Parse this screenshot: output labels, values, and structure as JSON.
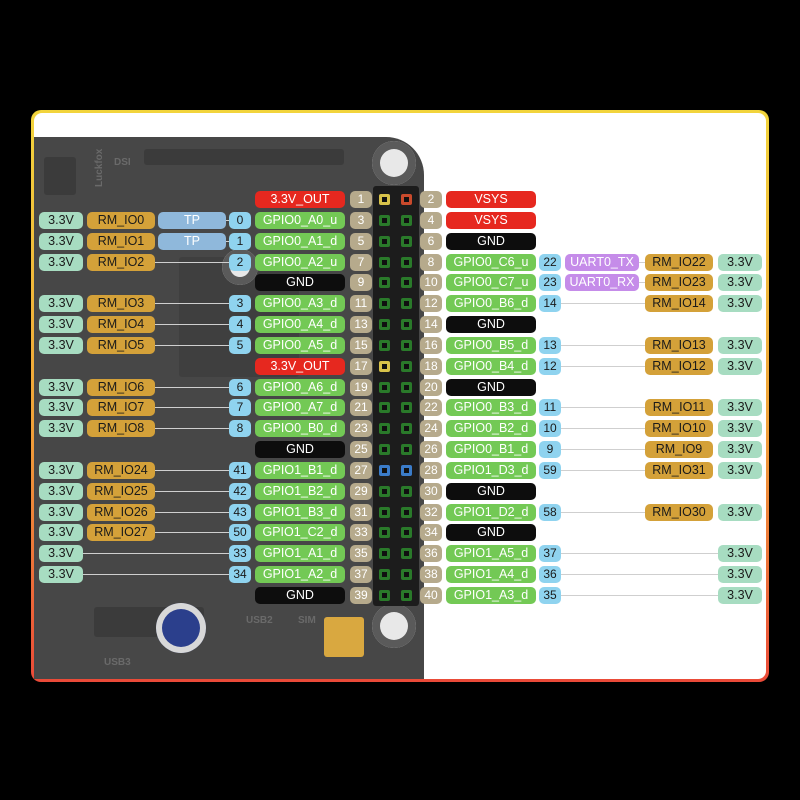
{
  "board": {
    "brand": "Luckfox",
    "silkscreen": [
      "DSI",
      "USB2",
      "SIM",
      "USB3"
    ]
  },
  "colors": {
    "volt": "#a7dcc1",
    "rm": "#d4a139",
    "num": "#8fd3ef",
    "gpio": "#73c955",
    "pin": "#b6aa8c",
    "gnd": "#0d0d0d",
    "power": "#e6281f",
    "uart": "#c58ce9",
    "tp": "#8fb8db"
  },
  "pins": [
    {
      "left": {
        "out": "3.3V_OUT",
        "pin": "1"
      },
      "right": {
        "pin": "2",
        "out": "VSYS"
      }
    },
    {
      "left": {
        "volt": "3.3V",
        "rm": "RM_IO0",
        "tp": "TP",
        "num": "0",
        "gpio": "GPIO0_A0_u",
        "pin": "3"
      },
      "right": {
        "pin": "4",
        "out": "VSYS"
      }
    },
    {
      "left": {
        "volt": "3.3V",
        "rm": "RM_IO1",
        "tp": "TP",
        "num": "1",
        "gpio": "GPIO0_A1_d",
        "pin": "5"
      },
      "right": {
        "pin": "6",
        "gnd": "GND"
      }
    },
    {
      "left": {
        "volt": "3.3V",
        "rm": "RM_IO2",
        "num": "2",
        "gpio": "GPIO0_A2_u",
        "pin": "7"
      },
      "right": {
        "pin": "8",
        "gpio": "GPIO0_C6_u",
        "num": "22",
        "uart": "UART0_TX",
        "rm": "RM_IO22",
        "volt": "3.3V"
      }
    },
    {
      "left": {
        "gnd": "GND",
        "pin": "9"
      },
      "right": {
        "pin": "10",
        "gpio": "GPIO0_C7_u",
        "num": "23",
        "uart": "UART0_RX",
        "rm": "RM_IO23",
        "volt": "3.3V"
      }
    },
    {
      "left": {
        "volt": "3.3V",
        "rm": "RM_IO3",
        "num": "3",
        "gpio": "GPIO0_A3_d",
        "pin": "11"
      },
      "right": {
        "pin": "12",
        "gpio": "GPIO0_B6_d",
        "num": "14",
        "rm": "RM_IO14",
        "volt": "3.3V"
      }
    },
    {
      "left": {
        "volt": "3.3V",
        "rm": "RM_IO4",
        "num": "4",
        "gpio": "GPIO0_A4_d",
        "pin": "13"
      },
      "right": {
        "pin": "14",
        "gnd": "GND"
      }
    },
    {
      "left": {
        "volt": "3.3V",
        "rm": "RM_IO5",
        "num": "5",
        "gpio": "GPIO0_A5_d",
        "pin": "15"
      },
      "right": {
        "pin": "16",
        "gpio": "GPIO0_B5_d",
        "num": "13",
        "rm": "RM_IO13",
        "volt": "3.3V"
      }
    },
    {
      "left": {
        "out": "3.3V_OUT",
        "pin": "17"
      },
      "right": {
        "pin": "18",
        "gpio": "GPIO0_B4_d",
        "num": "12",
        "rm": "RM_IO12",
        "volt": "3.3V"
      }
    },
    {
      "left": {
        "volt": "3.3V",
        "rm": "RM_IO6",
        "num": "6",
        "gpio": "GPIO0_A6_d",
        "pin": "19"
      },
      "right": {
        "pin": "20",
        "gnd": "GND"
      }
    },
    {
      "left": {
        "volt": "3.3V",
        "rm": "RM_IO7",
        "num": "7",
        "gpio": "GPIO0_A7_d",
        "pin": "21"
      },
      "right": {
        "pin": "22",
        "gpio": "GPIO0_B3_d",
        "num": "11",
        "rm": "RM_IO11",
        "volt": "3.3V"
      }
    },
    {
      "left": {
        "volt": "3.3V",
        "rm": "RM_IO8",
        "num": "8",
        "gpio": "GPIO0_B0_d",
        "pin": "23"
      },
      "right": {
        "pin": "24",
        "gpio": "GPIO0_B2_d",
        "num": "10",
        "rm": "RM_IO10",
        "volt": "3.3V"
      }
    },
    {
      "left": {
        "gnd": "GND",
        "pin": "25"
      },
      "right": {
        "pin": "26",
        "gpio": "GPIO0_B1_d",
        "num": "9",
        "rm": "RM_IO9",
        "volt": "3.3V"
      }
    },
    {
      "left": {
        "volt": "3.3V",
        "rm": "RM_IO24",
        "num": "41",
        "gpio": "GPIO1_B1_d",
        "pin": "27"
      },
      "right": {
        "pin": "28",
        "gpio": "GPIO1_D3_d",
        "num": "59",
        "rm": "RM_IO31",
        "volt": "3.3V"
      }
    },
    {
      "left": {
        "volt": "3.3V",
        "rm": "RM_IO25",
        "num": "42",
        "gpio": "GPIO1_B2_d",
        "pin": "29"
      },
      "right": {
        "pin": "30",
        "gnd": "GND"
      }
    },
    {
      "left": {
        "volt": "3.3V",
        "rm": "RM_IO26",
        "num": "43",
        "gpio": "GPIO1_B3_d",
        "pin": "31"
      },
      "right": {
        "pin": "32",
        "gpio": "GPIO1_D2_d",
        "num": "58",
        "rm": "RM_IO30",
        "volt": "3.3V"
      }
    },
    {
      "left": {
        "volt": "3.3V",
        "rm": "RM_IO27",
        "num": "50",
        "gpio": "GPIO1_C2_d",
        "pin": "33"
      },
      "right": {
        "pin": "34",
        "gnd": "GND"
      }
    },
    {
      "left": {
        "volt": "3.3V",
        "num": "33",
        "gpio": "GPIO1_A1_d",
        "pin": "35"
      },
      "right": {
        "pin": "36",
        "gpio": "GPIO1_A5_d",
        "num": "37",
        "volt": "3.3V"
      }
    },
    {
      "left": {
        "volt": "3.3V",
        "num": "34",
        "gpio": "GPIO1_A2_d",
        "pin": "37"
      },
      "right": {
        "pin": "38",
        "gpio": "GPIO1_A4_d",
        "num": "36",
        "volt": "3.3V"
      }
    },
    {
      "left": {
        "gnd": "GND",
        "pin": "39"
      },
      "right": {
        "pin": "40",
        "gpio": "GPIO1_A3_d",
        "num": "35",
        "volt": "3.3V"
      }
    }
  ]
}
